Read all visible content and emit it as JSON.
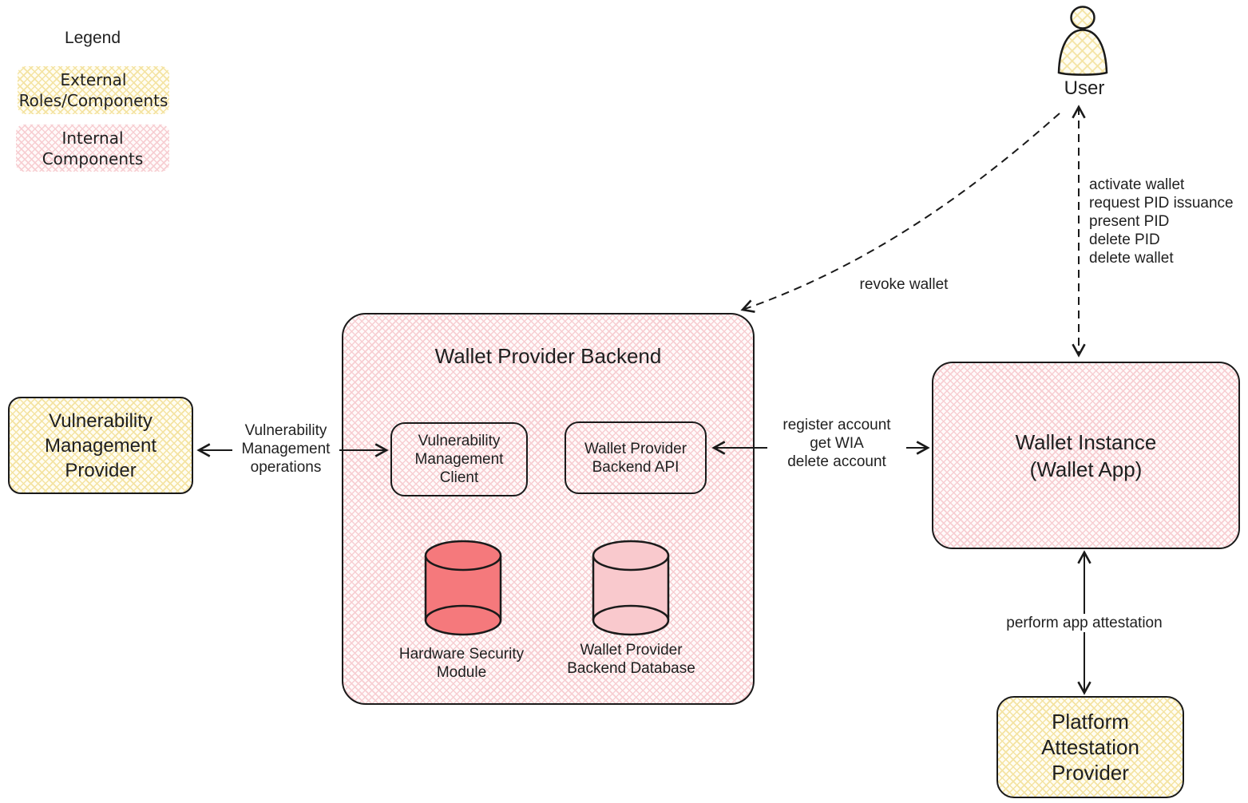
{
  "colors": {
    "stroke": "#1a1a1a",
    "text": "#1f1f1f",
    "yellow-base": "#fffdf2",
    "yellow-hatch": "#f4e3a2",
    "pink-base": "#fffafa",
    "pink-hatch": "#f7ced2",
    "hsm-fill": "#f5797c",
    "db-fill": "#f9c9cd",
    "label-bg": "#ffffff"
  },
  "legend": {
    "title": "Legend",
    "external_label": "External\nRoles/Components",
    "internal_label": "Internal Components"
  },
  "actors": {
    "user_label": "User"
  },
  "nodes": {
    "backend_title": "Wallet Provider Backend",
    "vmc_label": "Vulnerability\nManagement\nClient",
    "api_label": "Wallet Provider\nBackend API",
    "hsm_label": "Hardware Security\nModule",
    "db_label": "Wallet Provider\nBackend Database",
    "vmp_label": "Vulnerability\nManagement\nProvider",
    "wallet_instance_label": "Wallet Instance\n(Wallet App)",
    "pap_label": "Platform\nAttestation\nProvider"
  },
  "edges": {
    "vm_ops_label": "Vulnerability\nManagement\noperations",
    "register_label": "register account\nget WIA\ndelete account",
    "revoke_label": "revoke wallet",
    "user_wallet_label": "activate wallet\nrequest PID issuance\npresent PID\ndelete PID\ndelete wallet",
    "attestation_label": "perform app attestation"
  }
}
